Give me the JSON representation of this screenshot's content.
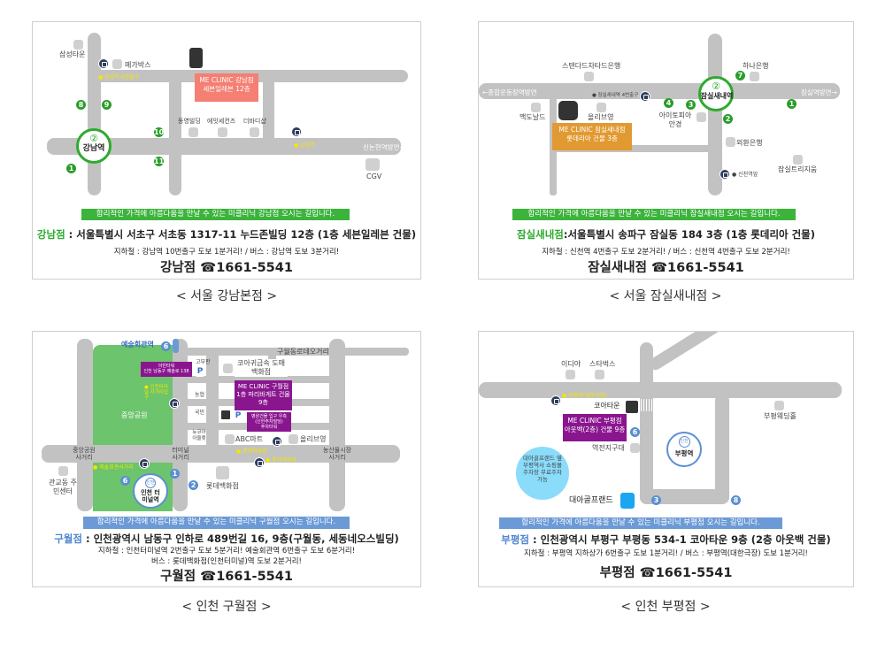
{
  "gangnam": {
    "caption": "< 서울 강남본점 >",
    "banner": "합리적인 가격에 아름다움을 만날 수 있는 미클리닉 강남점 오시는 길입니다.",
    "branch_label": "강남점",
    "address": " : 서울특별시 서초구 서초동 1317-11 누드존빌딩 12층 (1층 세븐일레븐 건물)",
    "transit": "지하철 : 강남역 10번출구 도보 1분거리! / 버스 : 강남역 도보 3분거리!",
    "phone": "강남점 ☎1661-5541",
    "clinic_tag": [
      "ME CLINIC 강남점",
      "세븐일레븐 12층"
    ],
    "station_num": "②",
    "station": "강남역",
    "exits": [
      "8",
      "9",
      "10",
      "11",
      "1"
    ],
    "places": [
      "삼성타운",
      "메가박스",
      "동영빌딩",
      "에잇세컨즈",
      "더바디샵",
      "CGV"
    ],
    "bus_stops": [
      "강남역 9번출구",
      "강남역"
    ],
    "direction": "신논현역방면→",
    "accent": "#2eaa2e"
  },
  "jamsil": {
    "caption": "< 서울 잠실새내점 >",
    "banner": "합리적인 가격에 아름다움을 만날 수 있는 미클리닉 잠실새내점 오시는 길입니다.",
    "branch_label": "잠실새내점",
    "address": ":서울특별시 송파구 잠실동 184  3층 (1층 롯데리아 건물)",
    "transit": "지하철 : 신천역 4번출구 도보 2분거리! / 버스 : 신천역 4번출구 도보 2분거리!",
    "phone": "잠실새내점 ☎1661-5541",
    "clinic_tag": [
      "ME CLINIC 잠실새내점",
      "롯데리아 건물 3층"
    ],
    "station_num": "②",
    "station": "잠실새내역",
    "exits": [
      "7",
      "4",
      "3",
      "2",
      "1"
    ],
    "places": [
      "스탠다드차타드은행",
      "하나은행",
      "맥도날드",
      "올리브영",
      "아이토피아 안경",
      "외환은행",
      "잠실트리지움"
    ],
    "bus_stops": [
      "잠실새내역 4번출구",
      "신천역앞"
    ],
    "directions": [
      "←종합운동장역방면",
      "잠실역방면→"
    ],
    "accent": "#2eaa2e"
  },
  "guwol": {
    "caption": "< 인천 구월점 >",
    "banner": "합리적인 가격에 아름다움을 만날 수 있는 미클리닉 구월점 오시는 길입니다.",
    "branch_label": "구월점",
    "address": " : 인천광역시 남동구 인하로 489번길 16, 9층(구월동, 세동네오스빌딩)",
    "transit": [
      "지하철 : 인천터미널역 2번출구 도보 5분거리! 예술회관역 6번출구 도보 6분거리!",
      "버스 : 롯데백화점(인천터미널)역 도보 2분거리!"
    ],
    "phone": "구월점 ☎1661-5541",
    "clinic_tag": [
      "ME CLINIC 구월점",
      "1층 파리바게트 건물",
      "9층"
    ],
    "parking_tag_1": [
      "이빈타워",
      "인천 남동구 예술로 138"
    ],
    "parking_tag_2": [
      "병원건물 입구 우측",
      "(신한주차빌딩)",
      "주차타워"
    ],
    "station_line": "인천",
    "station": "인천 터미널역",
    "top_station": "예술회관역",
    "exits": [
      "6",
      "6",
      "1",
      "2"
    ],
    "places": [
      "구월동로데오거리",
      "고부판",
      "코아귀금속 도매백화점",
      "농협",
      "국민",
      "뉴코아 아울렛",
      "ABC마트",
      "올리브영",
      "중앙공원",
      "관교동 주민센터",
      "롯데백화점"
    ],
    "crossings": [
      "중앙공원 사거리",
      "터미널 사거리",
      "농산물시장 사거리"
    ],
    "bus_stops": [
      "인천터미널 사거리입구",
      "롯데백화점",
      "롯데백화점",
      "예술회관사거리"
    ],
    "parking": "P",
    "accent": "#5b8fd4"
  },
  "bupyeong": {
    "caption": "< 인천 부평점 >",
    "banner": "합리적인 가격에 아름다움을 만날 수 있는 미클리닉 부평점 오시는 길입니다.",
    "branch_label": "부평점",
    "address": " : 인천광역시 부평구 부평동 534-1 코아타운 9층 (2층 아웃백 건물)",
    "transit": "지하철 : 부평역 지하상가 6번출구 도보 1분거리! / 버스 : 부평역(대한극장) 도보 1분거리!",
    "phone": "부평점 ☎1661-5541",
    "clinic_tag": [
      "ME CLINIC 부평점",
      "아웃백(2층) 건물 9층"
    ],
    "station_line": "인천",
    "station": "부평역",
    "exits": [
      "6",
      "3",
      "8"
    ],
    "places": [
      "이디야",
      "스타벅스",
      "코아타운",
      "역전지구대",
      "부평웨딩홀",
      "대아골프랜드"
    ],
    "bus_stops": [
      "부평역(대한극장)"
    ],
    "parking_note": [
      "대아골프랜드 옆",
      "부평역사 쇼핑몰",
      "주차장 무료주차",
      "가능"
    ],
    "accent": "#5b8fd4"
  }
}
